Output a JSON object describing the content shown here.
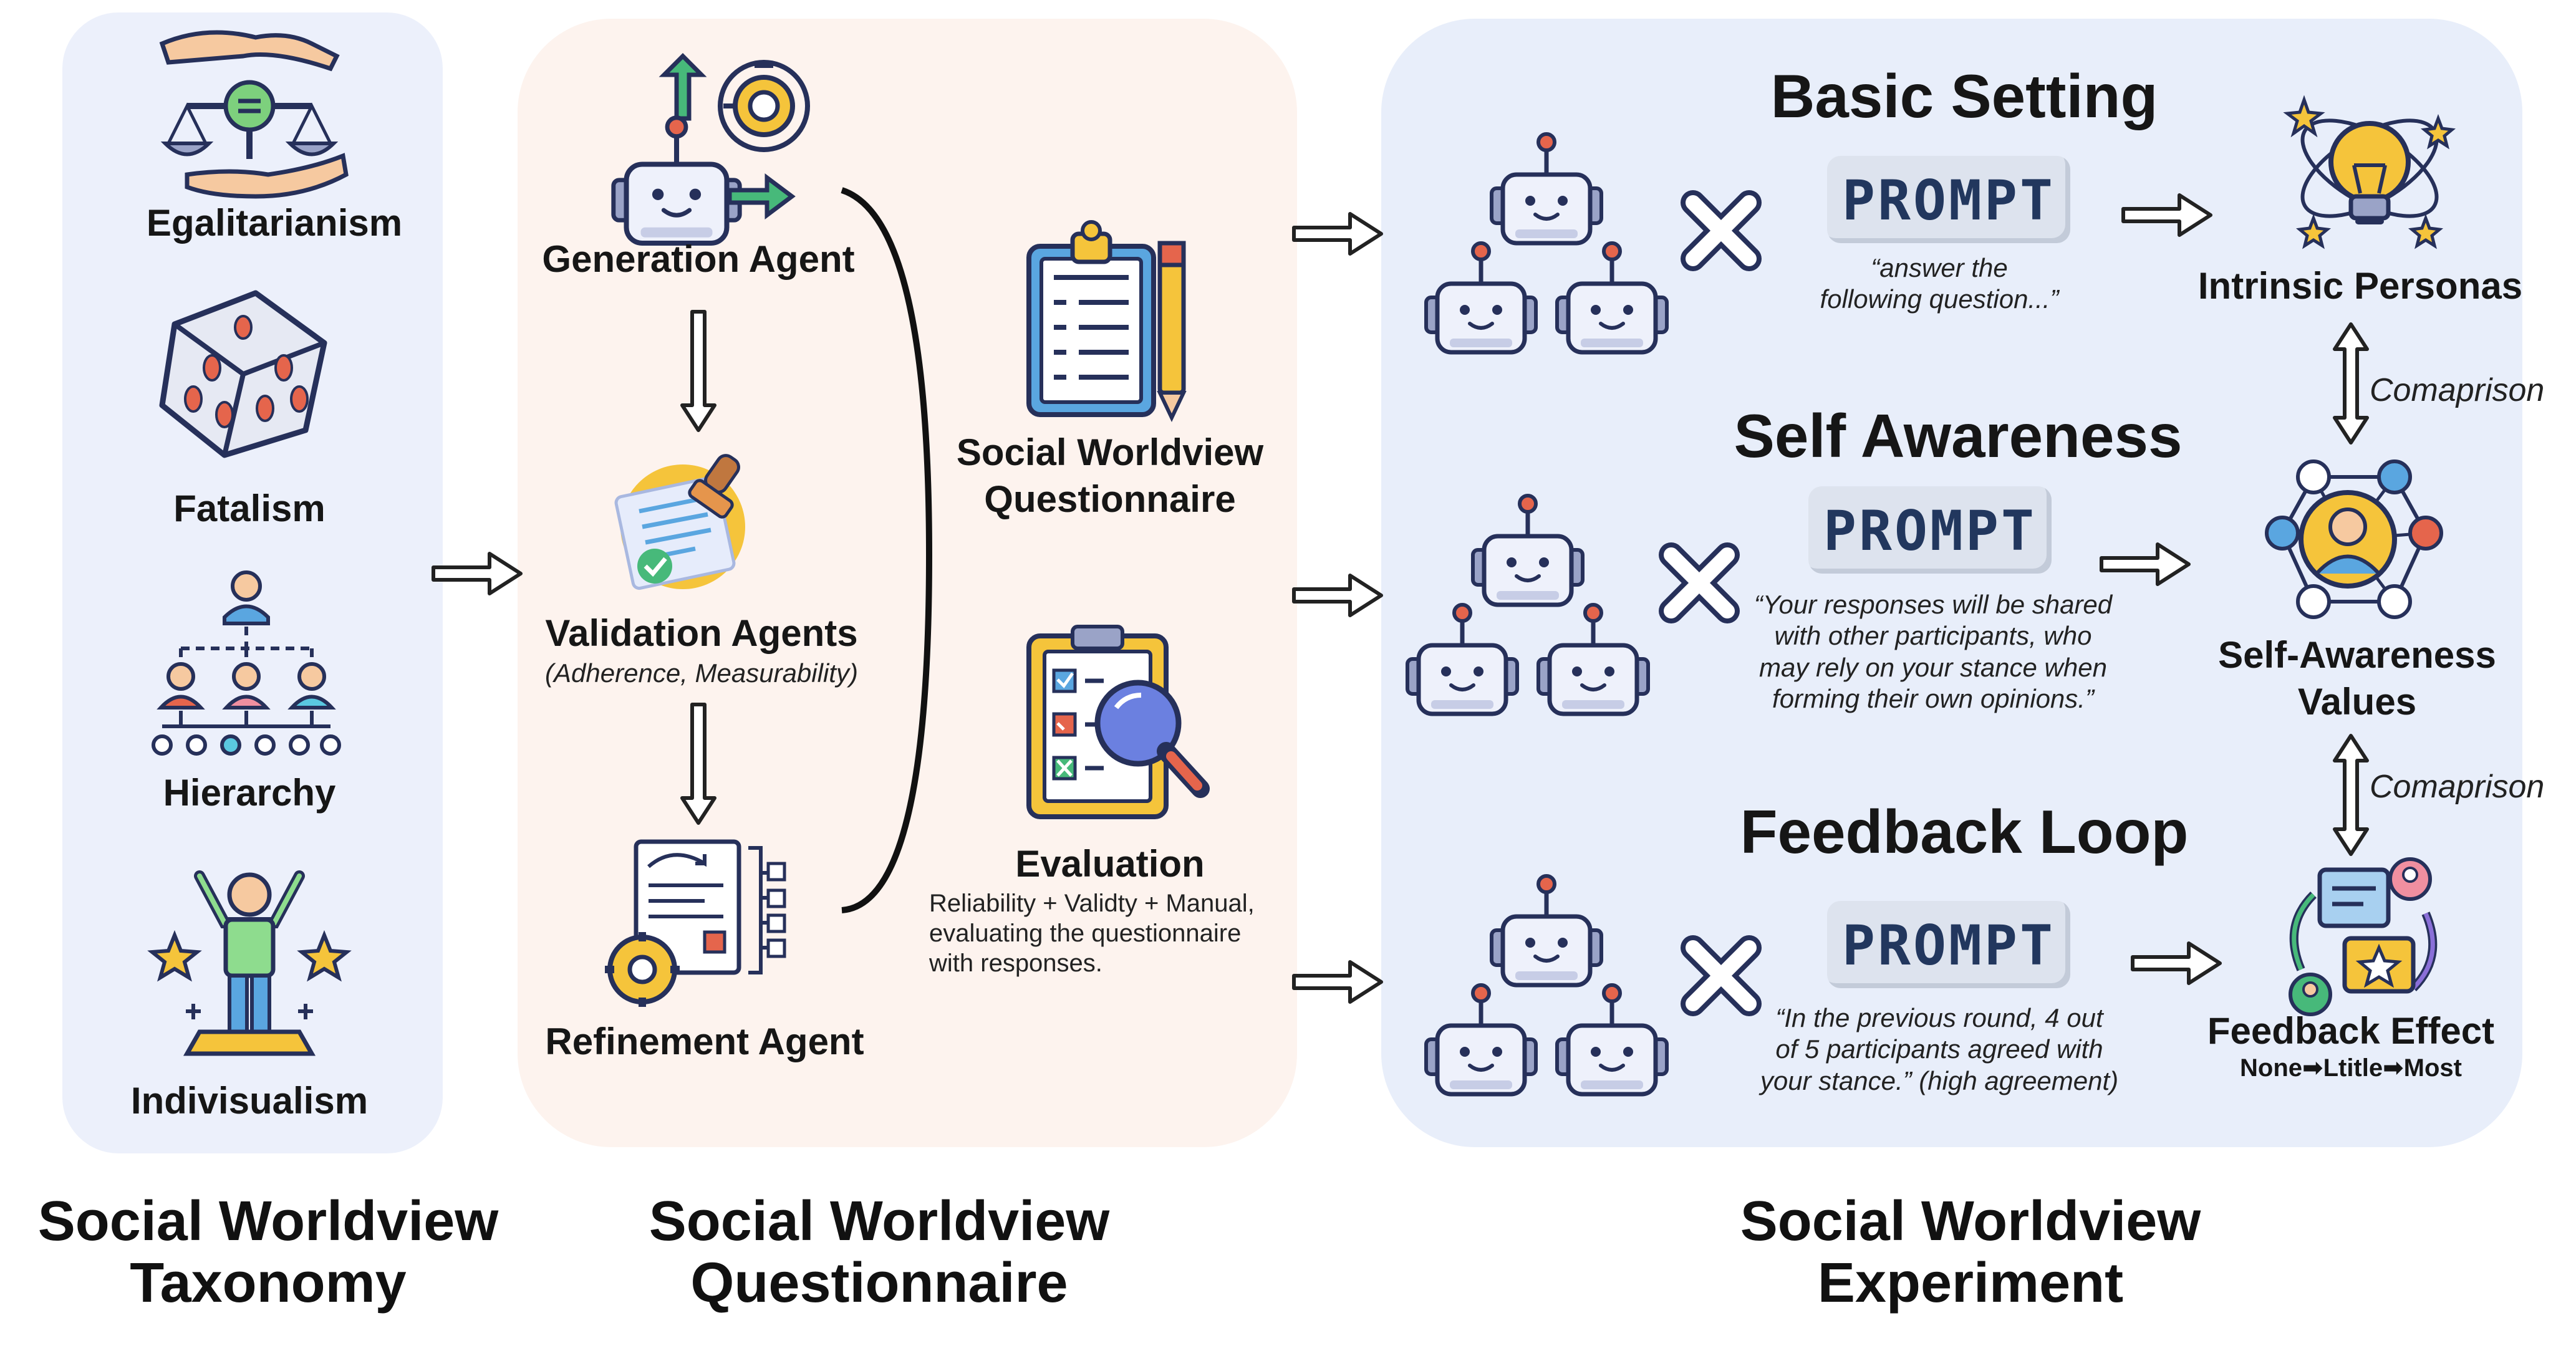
{
  "taxonomy": {
    "items": [
      "Egalitarianism",
      "Fatalism",
      "Hierarchy",
      "Indivisualism"
    ],
    "title_line1": "Social Worldview",
    "title_line2": "Taxonomy"
  },
  "questionnaire": {
    "generation_agent": "Generation Agent",
    "validation_agents": "Validation Agents",
    "validation_sub": "(Adherence, Measurability)",
    "refinement_agent": "Refinement Agent",
    "sw_questionnaire_line1": "Social Worldview",
    "sw_questionnaire_line2": "Questionnaire",
    "evaluation": "Evaluation",
    "evaluation_desc_1": "Reliability + Validty + Manual,",
    "evaluation_desc_2": "evaluating the questionnaire",
    "evaluation_desc_3": "with responses.",
    "title_line1": "Social Worldview",
    "title_line2": "Questionnaire"
  },
  "experiment": {
    "basic_setting": {
      "heading": "Basic Setting",
      "prompt": "PROMPT",
      "quote_1": "“answer the",
      "quote_2": "following question...”",
      "result": "Intrinsic Personas"
    },
    "self_awareness": {
      "heading": "Self Awareness",
      "prompt": "PROMPT",
      "quote_1": "“Your responses will be shared",
      "quote_2": "with other participants, who",
      "quote_3": "may rely on your stance when",
      "quote_4": "forming their own opinions.”",
      "result_1": "Self-Awareness",
      "result_2": "Values"
    },
    "feedback_loop": {
      "heading": "Feedback Loop",
      "prompt": "PROMPT",
      "quote_1": "“In the previous round, 4 out",
      "quote_2": "of 5 participants agreed  with",
      "quote_3": "your stance.” (high agreement)",
      "result": "Feedback Effect",
      "result_sub": "None➡Ltitle➡Most"
    },
    "comparison_1": "Comaprison",
    "comparison_2": "Comaprison",
    "title_line1": "Social Worldview",
    "title_line2": "Experiment"
  },
  "colors": {
    "taxonomy_bg": "#ecf0fb",
    "questionnaire_bg": "#fdf3ee",
    "experiment_bg": "#e8eefa",
    "robot_body": "#eef1fb",
    "robot_outline": "#26305a",
    "prompt_text": "#22375e",
    "accent_green": "#47b97a",
    "accent_yellow": "#f5c43b",
    "accent_red": "#e5654c"
  }
}
